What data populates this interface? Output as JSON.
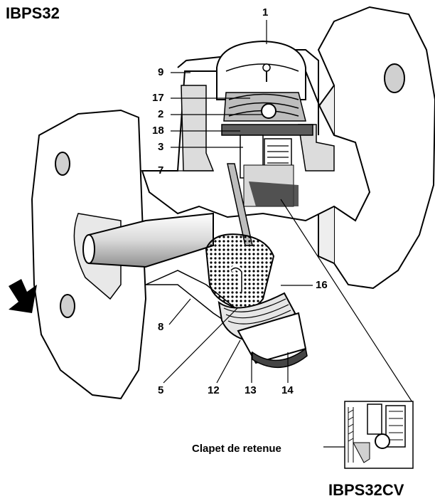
{
  "title_main": "IBPS32",
  "title_variant": "IBPS32CV",
  "detail_label": "Clapet de retenue",
  "part_numbers": {
    "p1": "1",
    "p9": "9",
    "p17": "17",
    "p2": "2",
    "p18": "18",
    "p3": "3",
    "p7": "7",
    "p16": "16",
    "p8": "8",
    "p5": "5",
    "p12": "12",
    "p13": "13",
    "p14": "14"
  },
  "colors": {
    "line": "#000000",
    "shade": "#c9c9c9",
    "dark": "#222222",
    "highlight": "#d8d8d8"
  }
}
